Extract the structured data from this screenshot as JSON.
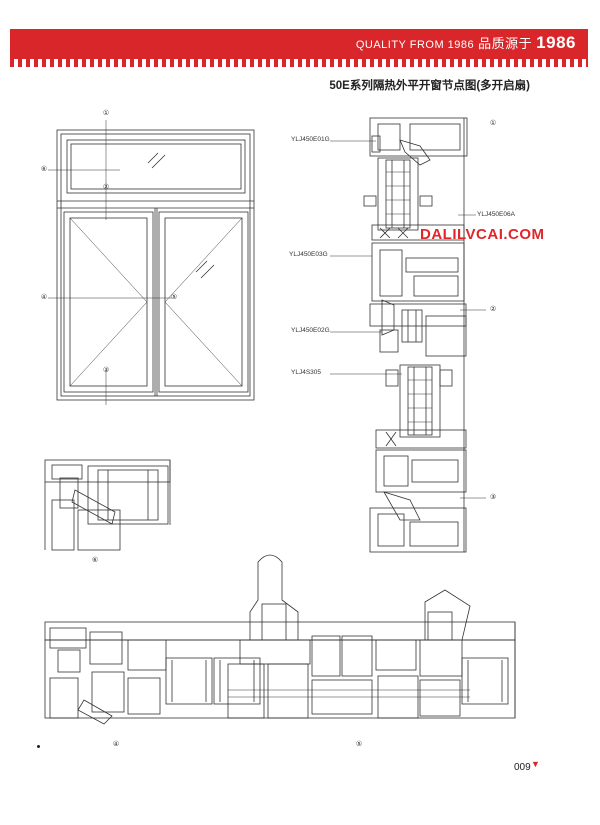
{
  "header": {
    "quality_text": "QUALITY FROM 1986",
    "cn_slogan": "品质源于",
    "year": "1986",
    "banner_color": "#d9262b"
  },
  "title": "50E系列隔热外平开窗节点图(多开启扇)",
  "watermark": "DALILVCAI.COM",
  "part_codes": {
    "c1": "YLJ450E01G",
    "c2": "YLJ450E06A",
    "c3": "YLJ450E03G",
    "c4": "YLJ450E02G",
    "c5": "YLJ4S305"
  },
  "nodes": {
    "n1": "①",
    "n2": "②",
    "n3": "③",
    "n4": "④",
    "n5": "⑤",
    "n6": "⑥"
  },
  "page_number": "009"
}
